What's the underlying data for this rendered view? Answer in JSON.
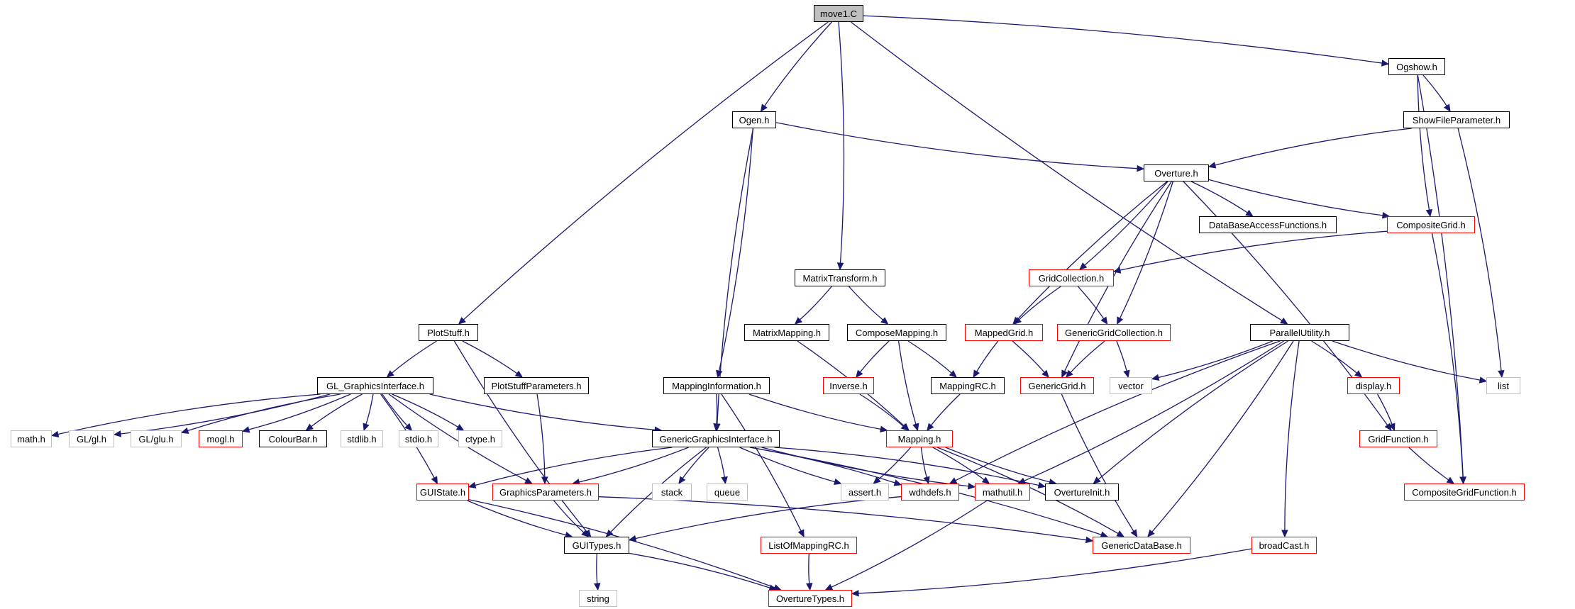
{
  "colors": {
    "edge": "#191970",
    "documented_border": "#000000",
    "truncated_border": "#ff0000",
    "external_border": "#c0c0c0",
    "root_fill": "#bfbfbf"
  },
  "nodes": [
    {
      "id": "move1",
      "label": "move1.C",
      "kind": "root"
    },
    {
      "id": "ogshow",
      "label": "Ogshow.h",
      "kind": "doc"
    },
    {
      "id": "ogen",
      "label": "Ogen.h",
      "kind": "doc"
    },
    {
      "id": "showfile",
      "label": "ShowFileParameter.h",
      "kind": "doc"
    },
    {
      "id": "overture",
      "label": "Overture.h",
      "kind": "doc"
    },
    {
      "id": "dbaccess",
      "label": "DataBaseAccessFunctions.h",
      "kind": "doc"
    },
    {
      "id": "compositegrid",
      "label": "CompositeGrid.h",
      "kind": "red"
    },
    {
      "id": "matrixtransform",
      "label": "MatrixTransform.h",
      "kind": "doc"
    },
    {
      "id": "gridcollection",
      "label": "GridCollection.h",
      "kind": "red"
    },
    {
      "id": "plotstuff",
      "label": "PlotStuff.h",
      "kind": "doc"
    },
    {
      "id": "matrixmapping",
      "label": "MatrixMapping.h",
      "kind": "doc"
    },
    {
      "id": "composemapping",
      "label": "ComposeMapping.h",
      "kind": "doc"
    },
    {
      "id": "mappedgrid",
      "label": "MappedGrid.h",
      "kind": "red"
    },
    {
      "id": "genericgridcollection",
      "label": "GenericGridCollection.h",
      "kind": "red"
    },
    {
      "id": "parallelutility",
      "label": "ParallelUtility.h",
      "kind": "doc"
    },
    {
      "id": "glgi",
      "label": "GL_GraphicsInterface.h",
      "kind": "doc"
    },
    {
      "id": "plotstuffparams",
      "label": "PlotStuffParameters.h",
      "kind": "doc"
    },
    {
      "id": "mappinginfo",
      "label": "MappingInformation.h",
      "kind": "doc"
    },
    {
      "id": "inverse",
      "label": "Inverse.h",
      "kind": "red"
    },
    {
      "id": "mappingrc",
      "label": "MappingRC.h",
      "kind": "doc"
    },
    {
      "id": "genericgrid",
      "label": "GenericGrid.h",
      "kind": "red"
    },
    {
      "id": "vector",
      "label": "vector",
      "kind": "ext"
    },
    {
      "id": "display",
      "label": "display.h",
      "kind": "red"
    },
    {
      "id": "list",
      "label": "list",
      "kind": "ext"
    },
    {
      "id": "math",
      "label": "math.h",
      "kind": "ext"
    },
    {
      "id": "glgl",
      "label": "GL/gl.h",
      "kind": "ext"
    },
    {
      "id": "glglu",
      "label": "GL/glu.h",
      "kind": "ext"
    },
    {
      "id": "mogl",
      "label": "mogl.h",
      "kind": "red"
    },
    {
      "id": "colourbar",
      "label": "ColourBar.h",
      "kind": "doc"
    },
    {
      "id": "stdlib",
      "label": "stdlib.h",
      "kind": "ext"
    },
    {
      "id": "stdio",
      "label": "stdio.h",
      "kind": "ext"
    },
    {
      "id": "ctype",
      "label": "ctype.h",
      "kind": "ext"
    },
    {
      "id": "ggi",
      "label": "GenericGraphicsInterface.h",
      "kind": "doc"
    },
    {
      "id": "mapping",
      "label": "Mapping.h",
      "kind": "red"
    },
    {
      "id": "gridfunction",
      "label": "GridFunction.h",
      "kind": "red"
    },
    {
      "id": "guistate",
      "label": "GUIState.h",
      "kind": "red"
    },
    {
      "id": "graphicsparams",
      "label": "GraphicsParameters.h",
      "kind": "red"
    },
    {
      "id": "stack",
      "label": "stack",
      "kind": "ext"
    },
    {
      "id": "queue",
      "label": "queue",
      "kind": "ext"
    },
    {
      "id": "assert",
      "label": "assert.h",
      "kind": "ext"
    },
    {
      "id": "wdhdefs",
      "label": "wdhdefs.h",
      "kind": "red"
    },
    {
      "id": "mathutil",
      "label": "mathutil.h",
      "kind": "red"
    },
    {
      "id": "overtureinit",
      "label": "OvertureInit.h",
      "kind": "doc"
    },
    {
      "id": "compositegridfunction",
      "label": "CompositeGridFunction.h",
      "kind": "red"
    },
    {
      "id": "guitypes",
      "label": "GUITypes.h",
      "kind": "doc"
    },
    {
      "id": "listofmappingrc",
      "label": "ListOfMappingRC.h",
      "kind": "red"
    },
    {
      "id": "genericdatabase",
      "label": "GenericDataBase.h",
      "kind": "red"
    },
    {
      "id": "broadcast",
      "label": "broadCast.h",
      "kind": "red"
    },
    {
      "id": "string",
      "label": "string",
      "kind": "ext"
    },
    {
      "id": "overturetypes",
      "label": "OvertureTypes.h",
      "kind": "red"
    }
  ],
  "edges": [
    [
      "move1",
      "ogen"
    ],
    [
      "move1",
      "matrixtransform"
    ],
    [
      "move1",
      "plotstuff"
    ],
    [
      "move1",
      "ogshow"
    ],
    [
      "move1",
      "parallelutility"
    ],
    [
      "ogshow",
      "showfile"
    ],
    [
      "ogshow",
      "compositegrid"
    ],
    [
      "ogshow",
      "compositegridfunction"
    ],
    [
      "showfile",
      "overture"
    ],
    [
      "showfile",
      "list"
    ],
    [
      "ogen",
      "overture"
    ],
    [
      "ogen",
      "mappinginfo"
    ],
    [
      "ogen",
      "ggi"
    ],
    [
      "overture",
      "dbaccess"
    ],
    [
      "overture",
      "compositegrid"
    ],
    [
      "overture",
      "gridcollection"
    ],
    [
      "overture",
      "mappedgrid"
    ],
    [
      "overture",
      "genericgridcollection"
    ],
    [
      "overture",
      "genericgrid"
    ],
    [
      "overture",
      "gridfunction"
    ],
    [
      "compositegrid",
      "gridcollection"
    ],
    [
      "compositegrid",
      "compositegridfunction"
    ],
    [
      "gridcollection",
      "mappedgrid"
    ],
    [
      "gridcollection",
      "genericgridcollection"
    ],
    [
      "mappedgrid",
      "mappingrc"
    ],
    [
      "mappedgrid",
      "genericgrid"
    ],
    [
      "genericgridcollection",
      "genericgrid"
    ],
    [
      "genericgridcollection",
      "vector"
    ],
    [
      "genericgrid",
      "genericdatabase"
    ],
    [
      "matrixtransform",
      "matrixmapping"
    ],
    [
      "matrixtransform",
      "composemapping"
    ],
    [
      "matrixmapping",
      "mapping"
    ],
    [
      "composemapping",
      "inverse"
    ],
    [
      "composemapping",
      "mappingrc"
    ],
    [
      "composemapping",
      "mapping"
    ],
    [
      "inverse",
      "mapping"
    ],
    [
      "mappingrc",
      "mapping"
    ],
    [
      "mapping",
      "assert"
    ],
    [
      "mapping",
      "wdhdefs"
    ],
    [
      "mapping",
      "mathutil"
    ],
    [
      "mapping",
      "overtureinit"
    ],
    [
      "mapping",
      "genericdatabase"
    ],
    [
      "plotstuff",
      "glgi"
    ],
    [
      "plotstuff",
      "plotstuffparams"
    ],
    [
      "plotstuff",
      "guitypes"
    ],
    [
      "plotstuffparams",
      "graphicsparams"
    ],
    [
      "glgi",
      "math"
    ],
    [
      "glgi",
      "glgl"
    ],
    [
      "glgi",
      "glglu"
    ],
    [
      "glgi",
      "mogl"
    ],
    [
      "glgi",
      "colourbar"
    ],
    [
      "glgi",
      "stdlib"
    ],
    [
      "glgi",
      "stdio"
    ],
    [
      "glgi",
      "ctype"
    ],
    [
      "glgi",
      "ggi"
    ],
    [
      "glgi",
      "guistate"
    ],
    [
      "glgi",
      "graphicsparams"
    ],
    [
      "mappinginfo",
      "ggi"
    ],
    [
      "mappinginfo",
      "mapping"
    ],
    [
      "mappinginfo",
      "listofmappingrc"
    ],
    [
      "ggi",
      "guistate"
    ],
    [
      "ggi",
      "graphicsparams"
    ],
    [
      "ggi",
      "stack"
    ],
    [
      "ggi",
      "queue"
    ],
    [
      "ggi",
      "assert"
    ],
    [
      "ggi",
      "wdhdefs"
    ],
    [
      "ggi",
      "mathutil"
    ],
    [
      "ggi",
      "overtureinit"
    ],
    [
      "ggi",
      "guitypes"
    ],
    [
      "ggi",
      "genericdatabase"
    ],
    [
      "guistate",
      "guitypes"
    ],
    [
      "guistate",
      "overturetypes"
    ],
    [
      "graphicsparams",
      "guitypes"
    ],
    [
      "graphicsparams",
      "genericdatabase"
    ],
    [
      "wdhdefs",
      "guitypes"
    ],
    [
      "mathutil",
      "overturetypes"
    ],
    [
      "guitypes",
      "string"
    ],
    [
      "guitypes",
      "overturetypes"
    ],
    [
      "listofmappingrc",
      "overturetypes"
    ],
    [
      "parallelutility",
      "vector"
    ],
    [
      "parallelutility",
      "list"
    ],
    [
      "parallelutility",
      "display"
    ],
    [
      "parallelutility",
      "wdhdefs"
    ],
    [
      "parallelutility",
      "mathutil"
    ],
    [
      "parallelutility",
      "overtureinit"
    ],
    [
      "parallelutility",
      "genericdatabase"
    ],
    [
      "parallelutility",
      "broadcast"
    ],
    [
      "display",
      "gridfunction"
    ],
    [
      "gridfunction",
      "compositegridfunction"
    ],
    [
      "broadcast",
      "overturetypes"
    ]
  ]
}
